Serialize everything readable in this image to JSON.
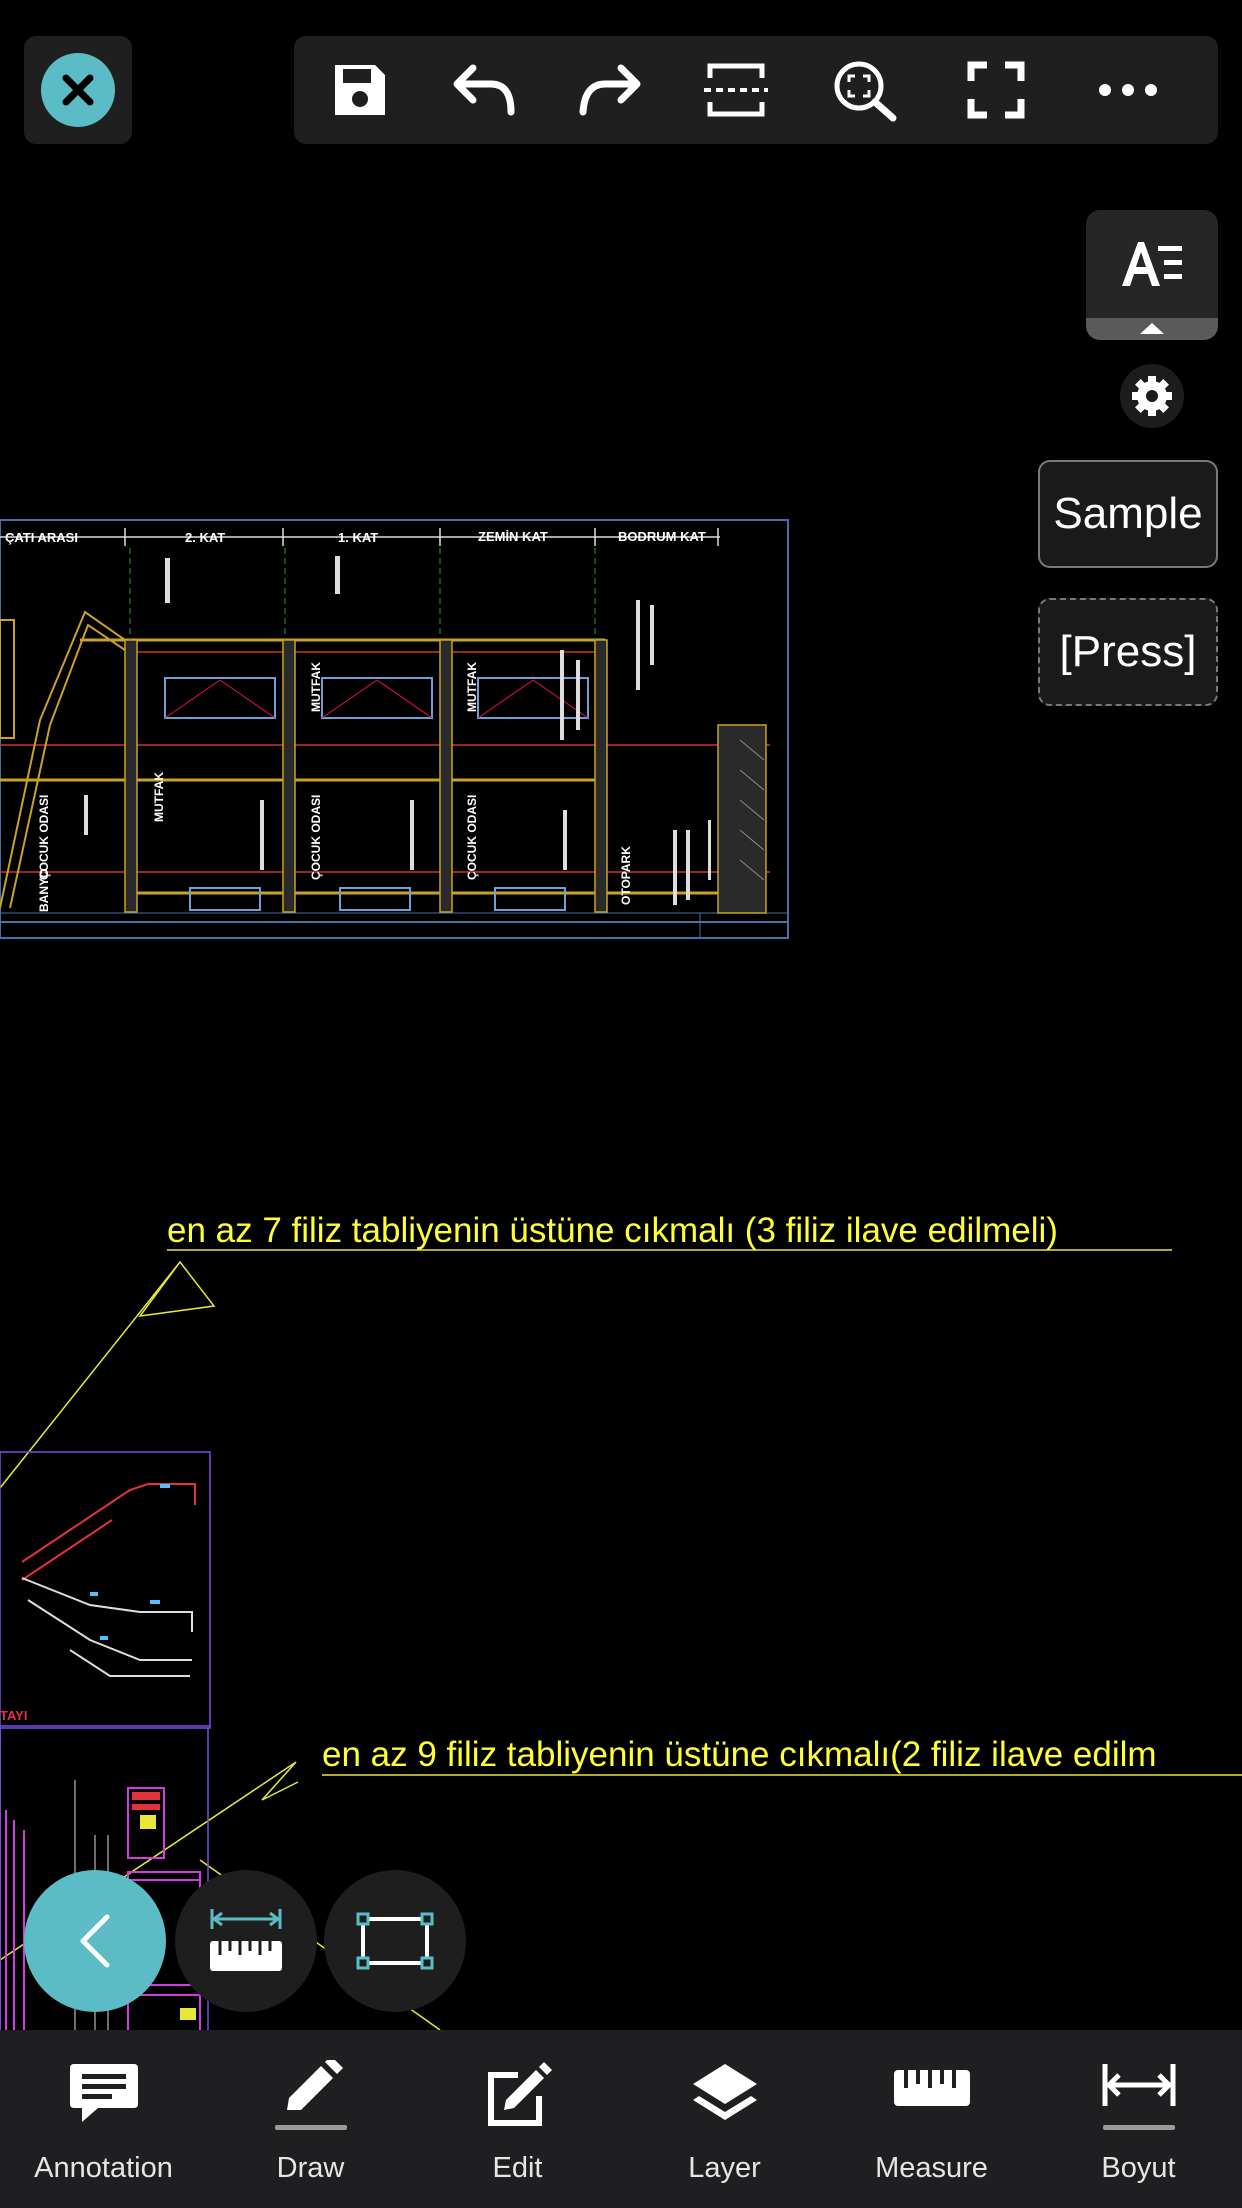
{
  "toolbar": {
    "close_icon": "close-icon",
    "buttons": [
      "save-icon",
      "undo-icon",
      "redo-icon",
      "section-icon",
      "zoom-region-icon",
      "fullscreen-icon",
      "more-icon"
    ]
  },
  "right_panel": {
    "text_style_icon": "text-style-icon",
    "settings_icon": "gear-icon",
    "sample_label": "Sample",
    "press_label": "[Press]"
  },
  "drawing": {
    "section_labels": [
      "ÇATI ARASI",
      "2. KAT",
      "1. KAT",
      "ZEMİN KAT",
      "BODRUM KAT"
    ],
    "annotation_1": "en az 7 filiz tabliyenin üstüne cıkmalı (3 filiz ilave edilmeli)",
    "annotation_2": "en az 9 filiz tabliyenin üstüne cıkmalı(2 filiz ilave edilm",
    "detail_label": "TAYI",
    "room_labels": [
      "MUTFAK",
      "MUTFAK",
      "MUTFAK",
      "ÇOCUK ODASI",
      "ÇOCUK ODASI",
      "ÇOCUK ODASI",
      "BANYO",
      "OTOPARK"
    ]
  },
  "fabs": {
    "back_icon": "chevron-left-icon",
    "measure_icon": "ruler-icon",
    "rectangle_icon": "rectangle-select-icon"
  },
  "bottom_nav": {
    "items": [
      {
        "label": "Annotation",
        "icon": "comment-icon"
      },
      {
        "label": "Draw",
        "icon": "pencil-icon"
      },
      {
        "label": "Edit",
        "icon": "edit-icon"
      },
      {
        "label": "Layer",
        "icon": "layers-icon"
      },
      {
        "label": "Measure",
        "icon": "ruler-icon"
      },
      {
        "label": "Boyut",
        "icon": "dimension-icon"
      }
    ]
  },
  "colors": {
    "accent": "#5bbcc6",
    "annotation_text": "#ffff33",
    "toolbar_bg": "#1f1f1f"
  }
}
